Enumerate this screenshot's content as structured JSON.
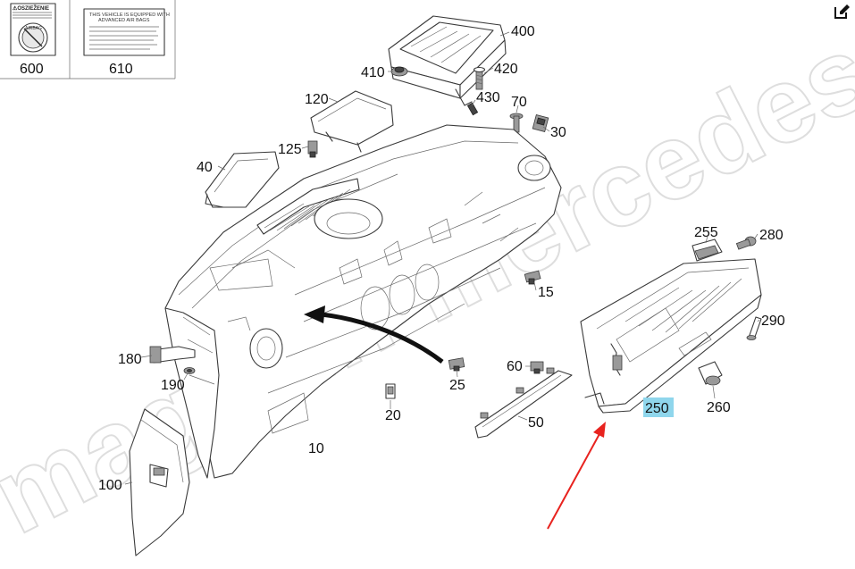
{
  "edit_icon": "pencil-edit-icon",
  "watermark": "magazin-mercedes.ru",
  "labels": {
    "label_600": {
      "brand": "⚠OSZIEŽENIE",
      "badge": "AIRBAG"
    },
    "label_610": {
      "line1": "THIS VEHICLE IS EQUIPPED WITH",
      "line2": "ADVANCED AIR BAGS"
    }
  },
  "callouts": {
    "p600": "600",
    "p610": "610",
    "p400": "400",
    "p410": "410",
    "p420": "420",
    "p430": "430",
    "p120": "120",
    "p125": "125",
    "p70": "70",
    "p30": "30",
    "p40": "40",
    "p255": "255",
    "p280": "280",
    "p15": "15",
    "p290": "290",
    "p180": "180",
    "p190": "190",
    "p25": "25",
    "p60": "60",
    "p250": "250",
    "p260": "260",
    "p20": "20",
    "p50": "50",
    "p10": "10",
    "p100": "100"
  },
  "highlight": {
    "callout": "250",
    "color": "#8fd6ec",
    "arrow_color": "#e8231f"
  }
}
